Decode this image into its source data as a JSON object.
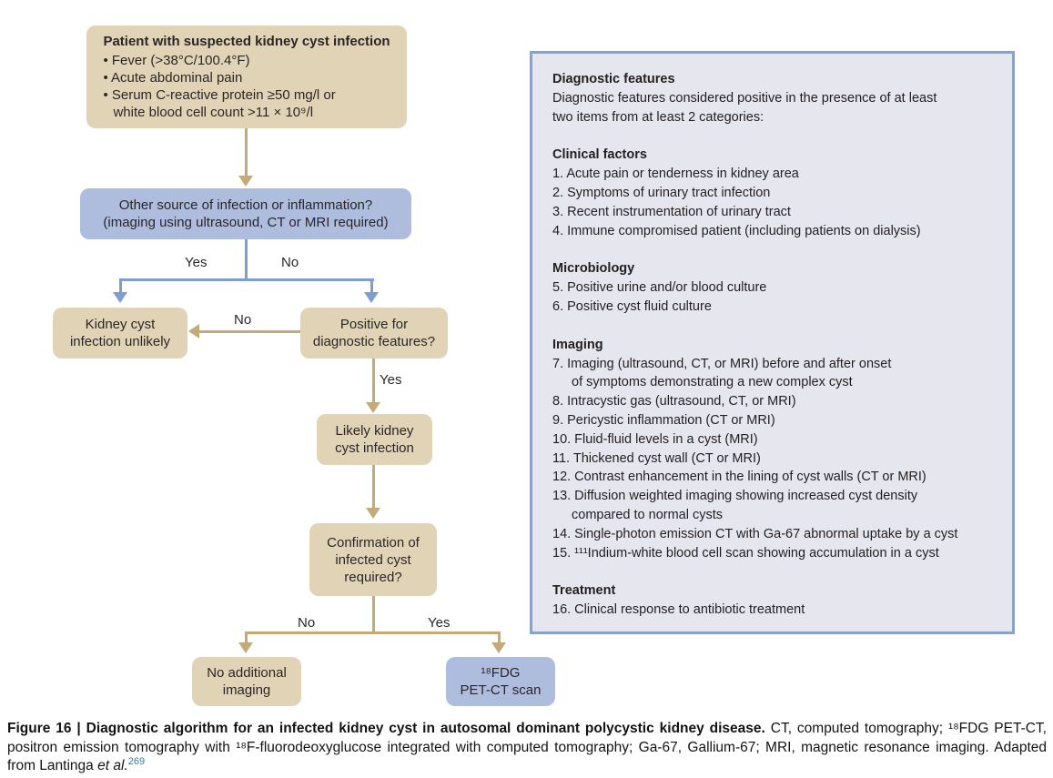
{
  "colors": {
    "tan_box": "#e1d4b6",
    "blue_box": "#aebcde",
    "tan_arrow": "#c3aa77",
    "blue_arrow": "#7f9dd1",
    "panel_background": "#e6e6ee",
    "panel_border": "#8ba2c6",
    "reference_link": "#2e7ca7"
  },
  "flowchart": {
    "patient": {
      "title": "Patient with suspected kidney cyst infection",
      "bullet1": "• Fever (>38°C/100.4°F)",
      "bullet2": "• Acute abdominal pain",
      "bullet3": "• Serum C-reactive protein ≥50 mg/l or\nwhite blood cell count >11 × 10⁹/l"
    },
    "other_source": "Other source of infection or inflammation?\n(imaging using ultrasound, CT or MRI required)",
    "unlikely": "Kidney cyst\ninfection unlikely",
    "positive_features": "Positive for\ndiagnostic features?",
    "likely_infection": "Likely kidney\ncyst infection",
    "confirmation": "Confirmation of\ninfected cyst\nrequired?",
    "no_additional_imaging": "No additional\nimaging",
    "petct": "¹⁸FDG\nPET-CT scan",
    "labels": {
      "yes1": "Yes",
      "no1": "No",
      "no2": "No",
      "yes2": "Yes",
      "no3": "No",
      "yes3": "Yes"
    }
  },
  "panel": {
    "title": "Diagnostic features",
    "intro": "Diagnostic features considered positive in the presence of at least\ntwo items from at least 2 categories:",
    "sections": [
      {
        "heading": "Clinical factors",
        "items": [
          "1. Acute pain or tenderness in kidney area",
          "2. Symptoms of urinary tract infection",
          "3. Recent instrumentation of urinary tract",
          "4. Immune compromised patient (including patients on dialysis)"
        ]
      },
      {
        "heading": "Microbiology",
        "items": [
          "5. Positive urine and/or blood culture",
          "6. Positive cyst fluid culture"
        ]
      },
      {
        "heading": "Imaging",
        "items": [
          "7. Imaging (ultrasound, CT, or MRI) before and after onset\nof symptoms demonstrating a new complex cyst",
          "8. Intracystic gas (ultrasound, CT, or MRI)",
          "9. Pericystic inflammation (CT or MRI)",
          "10. Fluid-fluid levels in a cyst (MRI)",
          "11. Thickened cyst wall (CT or MRI)",
          "12. Contrast enhancement in the lining of cyst walls (CT or MRI)",
          "13. Diffusion weighted imaging showing increased cyst density\ncompared to normal cysts",
          "14. Single-photon emission CT with Ga-67 abnormal uptake by a cyst",
          "15. ¹¹¹Indium-white blood cell scan showing accumulation in a cyst"
        ]
      },
      {
        "heading": "Treatment",
        "items": [
          "16. Clinical response to antibiotic treatment"
        ]
      }
    ]
  },
  "caption": {
    "bold": "Figure 16 | Diagnostic algorithm for an infected kidney cyst in autosomal dominant polycystic kidney disease.",
    "body": " CT, computed tomography; ¹⁸FDG PET-CT, positron emission tomography with ¹⁸F-fluorodeoxyglucose integrated with computed tomography; Ga-67, Gallium-67; MRI, magnetic resonance imaging. Adapted from Lantinga ",
    "etal": "et al.",
    "ref": "269"
  }
}
